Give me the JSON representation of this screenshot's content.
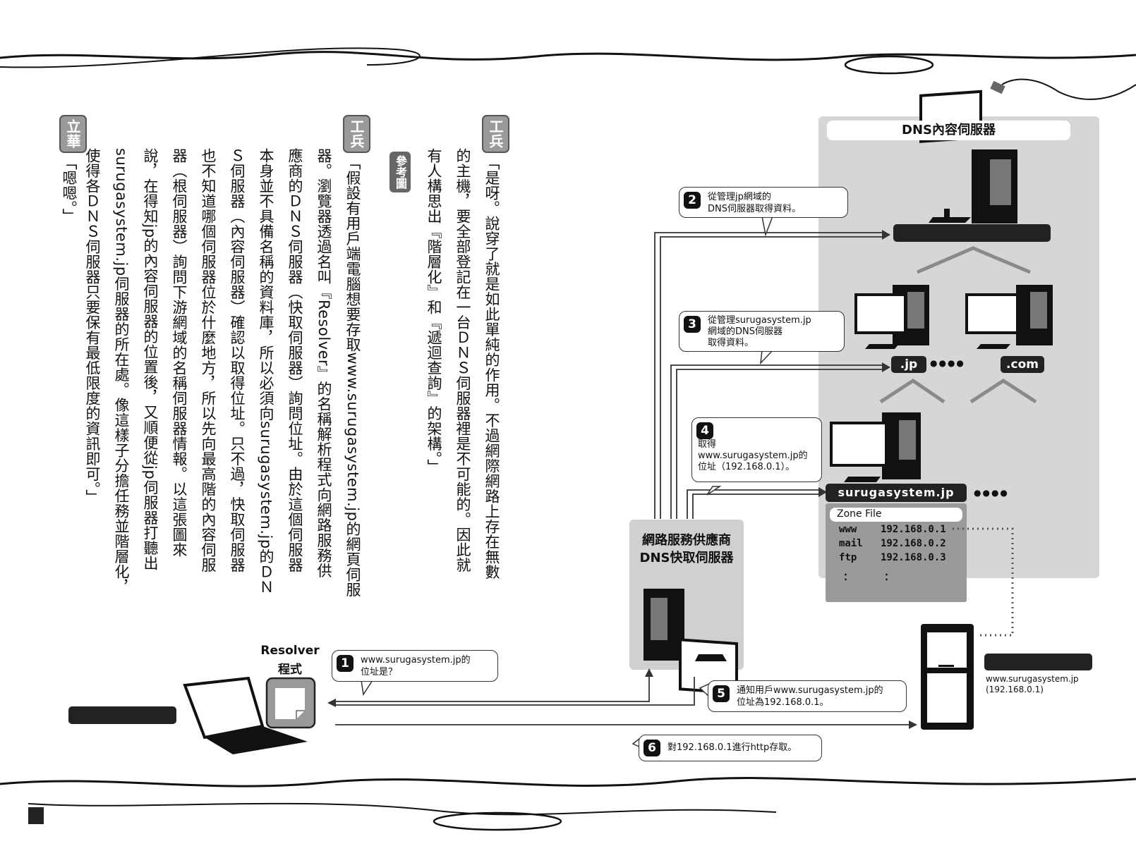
{
  "columns": [
    {
      "speaker": "工兵",
      "lines": [
        "「是呀。說穿了就是如此單純的作用。不過網際網路上存在無數",
        "的主機，要全部登記在一台ＤＮＳ伺服器裡是不可能的。因此就",
        "有人構思出『階層化』和『遞迴查詢』的架構。」"
      ]
    },
    {
      "reference": "參考圖"
    },
    {
      "speaker": "工兵",
      "lines": [
        "「假設有用戶端電腦想要存取www.surugasystem.jp的網頁伺服",
        "器。瀏覽器透過名叫『Resolver』的名稱解析程式向網路服務供",
        "應商的ＤＮＳ伺服器（快取伺服器）詢問位址。由於這個伺服器",
        "本身並不具備名稱的資料庫，所以必須向surugasystem.jp的ＤＮ",
        "Ｓ伺服器（內容伺服器）確認以取得位址。只不過，快取伺服器",
        "也不知道哪個伺服器位於什麼地方，所以先向最高階的內容伺服",
        "器（根伺服器）詢問下游網域的名稱伺服器情報。以這張圖來",
        "說，在得知jp的內容伺服器的位置後，又順便從jp伺服器打聽出",
        "surugasystem.jp伺服器的所在處。像這樣子分擔任務並階層化，",
        "使得各ＤＮＳ伺服器只要保有最低限度的資訊即可。」"
      ]
    },
    {
      "speaker": "立華",
      "lines": [
        "「嗯嗯。」"
      ]
    }
  ],
  "diagram": {
    "content_server_title": "DNS內容伺服器",
    "cache_server_title_1": "網路服務供應商",
    "cache_server_title_2": "DNS快取伺服器",
    "resolver_label_1": "Resolver",
    "resolver_label_2": "程式",
    "tld_jp": ".jp",
    "tld_com": ".com",
    "dots": "●●●●",
    "domain_label": "surugasystem.jp",
    "zone_file_title": "Zone File",
    "zone_records": [
      {
        "name": "www",
        "ip": "192.168.0.1"
      },
      {
        "name": "mail",
        "ip": "192.168.0.2"
      },
      {
        "name": "ftp",
        "ip": "192.168.0.3"
      }
    ],
    "zone_ellipsis": "：",
    "web_server_host": "www.surugasystem.jp",
    "web_server_ip": "(192.168.0.1)",
    "steps": [
      {
        "num": "1",
        "lines": [
          "www.surugasystem.jp的",
          "位址是？"
        ]
      },
      {
        "num": "2",
        "lines": [
          "從管理jp網域的",
          "DNS伺服器取得資料。"
        ]
      },
      {
        "num": "3",
        "lines": [
          "從管理surugasystem.jp",
          "網域的DNS伺服器",
          "取得資料。"
        ]
      },
      {
        "num": "4",
        "lines": [
          "取得",
          "www.surugasystem.jp的",
          "位址（192.168.0.1）。"
        ]
      },
      {
        "num": "5",
        "lines": [
          "通知用戶www.surugasystem.jp的",
          "位址為192.168.0.1。"
        ]
      },
      {
        "num": "6",
        "lines": [
          "對192.168.0.1進行http存取。"
        ]
      }
    ]
  },
  "colors": {
    "panel": "#d6d6d6",
    "cable": "#111111",
    "bracket": "#8a8a8a",
    "pill": "#222222"
  }
}
